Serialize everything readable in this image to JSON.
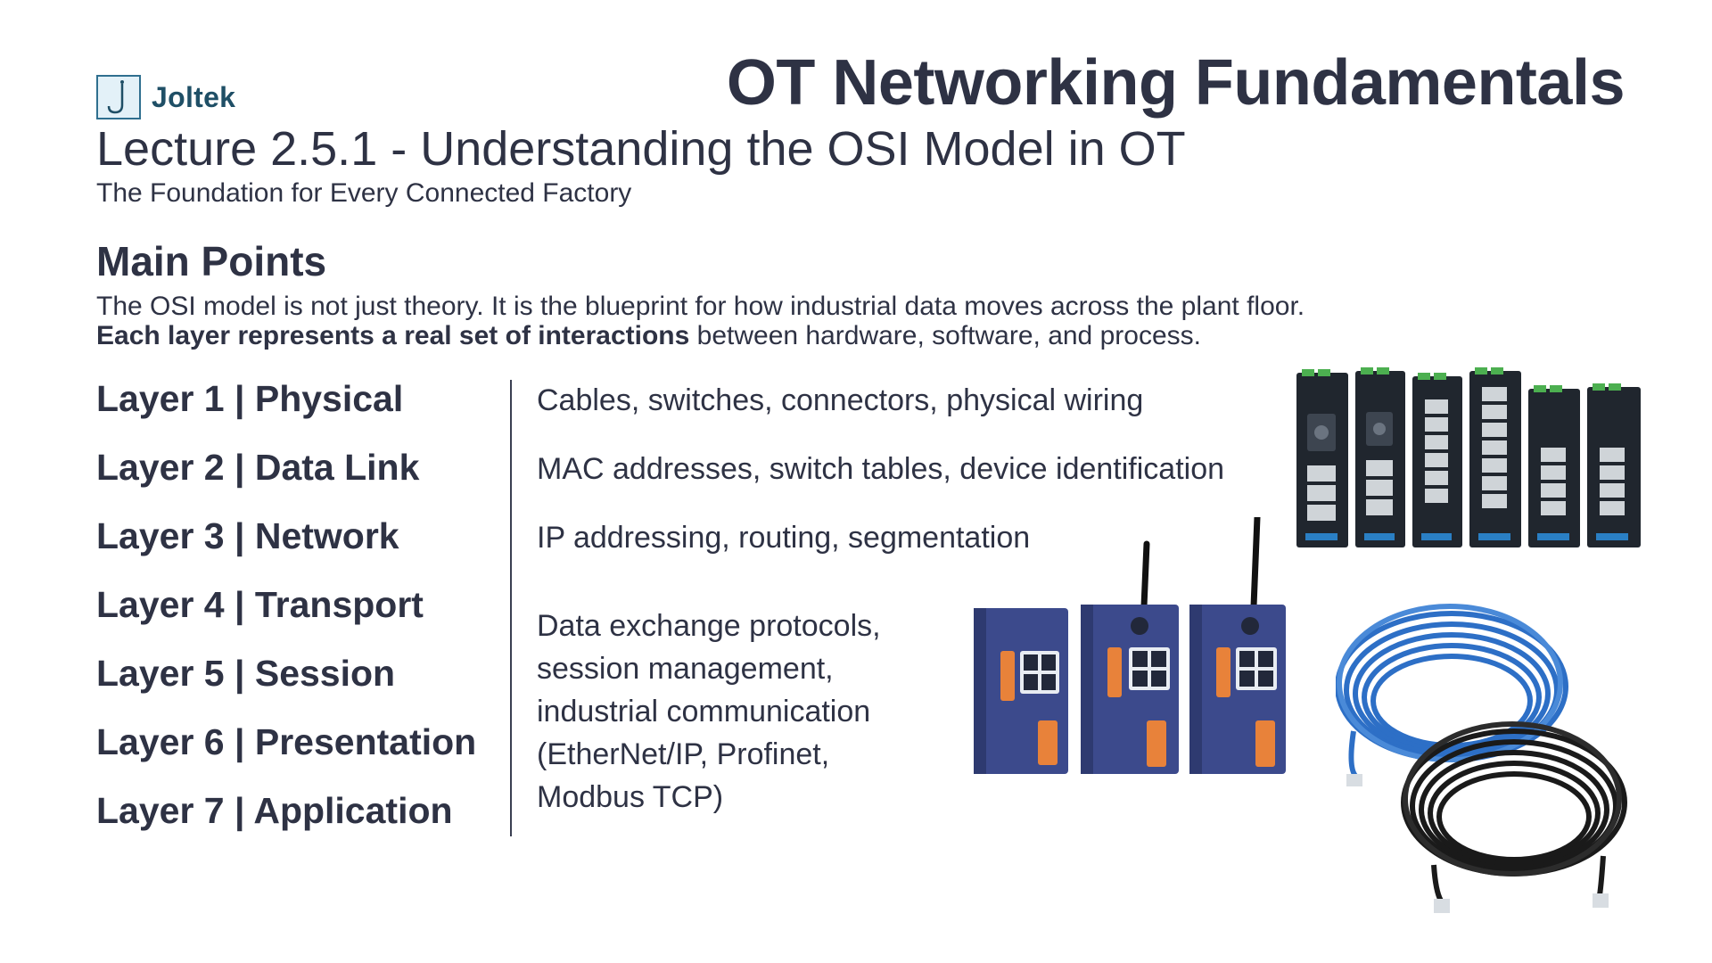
{
  "brand": {
    "name": "Joltek",
    "colors": {
      "primary": "#2e3244",
      "accent": "#1f4f66"
    },
    "icon": "j-hook-logo-icon"
  },
  "title": "OT Networking Fundamentals",
  "lecture": "Lecture 2.5.1 - Understanding the OSI Model in OT",
  "subtitle": "The Foundation for Every Connected Factory",
  "section_heading": "Main Points",
  "intro": {
    "line1": "The OSI model is not just theory. It is the blueprint for how industrial data moves across the plant floor.",
    "line2_bold": "Each layer represents a real set of interactions",
    "line2_rest": " between hardware, software, and process."
  },
  "layers": [
    "Layer 1 | Physical",
    "Layer 2 | Data Link",
    "Layer 3 | Network",
    "Layer 4 | Transport",
    "Layer 5 | Session",
    "Layer 6 | Presentation",
    "Layer 7 | Application"
  ],
  "descriptions": {
    "physical": "Cables, switches, connectors, physical wiring",
    "data_link": "MAC addresses, switch tables, device identification",
    "network": "IP addressing, routing, segmentation",
    "upper_lines": [
      "Data exchange protocols,",
      "session management,",
      "industrial communication",
      "(EtherNet/IP, Profinet,",
      "Modbus TCP)"
    ]
  },
  "illustrations": {
    "switches": "industrial-ethernet-switches-image",
    "modules": "industrial-router-modules-image",
    "cables": "ethernet-cable-coils-image"
  }
}
